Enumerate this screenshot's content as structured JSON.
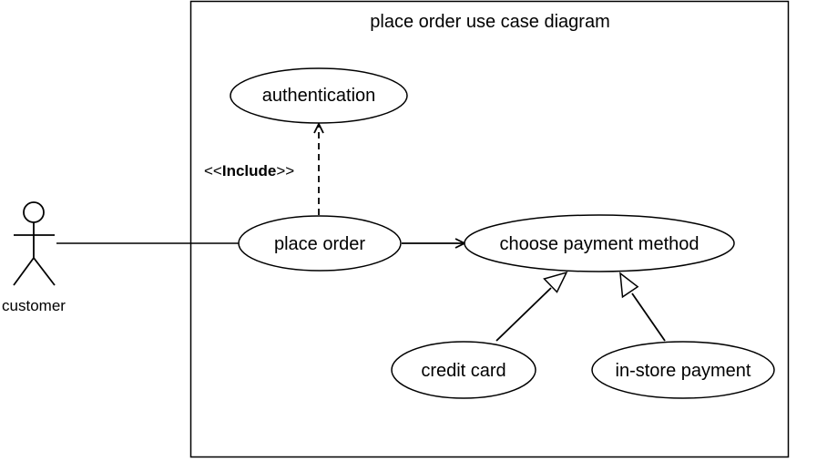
{
  "diagram": {
    "title": "place order use case diagram",
    "actor": {
      "label": "customer",
      "icon": "stick-figure-icon"
    },
    "use_cases": {
      "authentication": "authentication",
      "place_order": "place order",
      "choose_payment": "choose payment method",
      "credit_card": "credit card",
      "in_store": "in-store payment"
    },
    "relations": {
      "include_prefix": "<<",
      "include_keyword": "Include",
      "include_suffix": ">>"
    }
  },
  "colors": {
    "stroke": "#000000",
    "background": "#ffffff"
  }
}
